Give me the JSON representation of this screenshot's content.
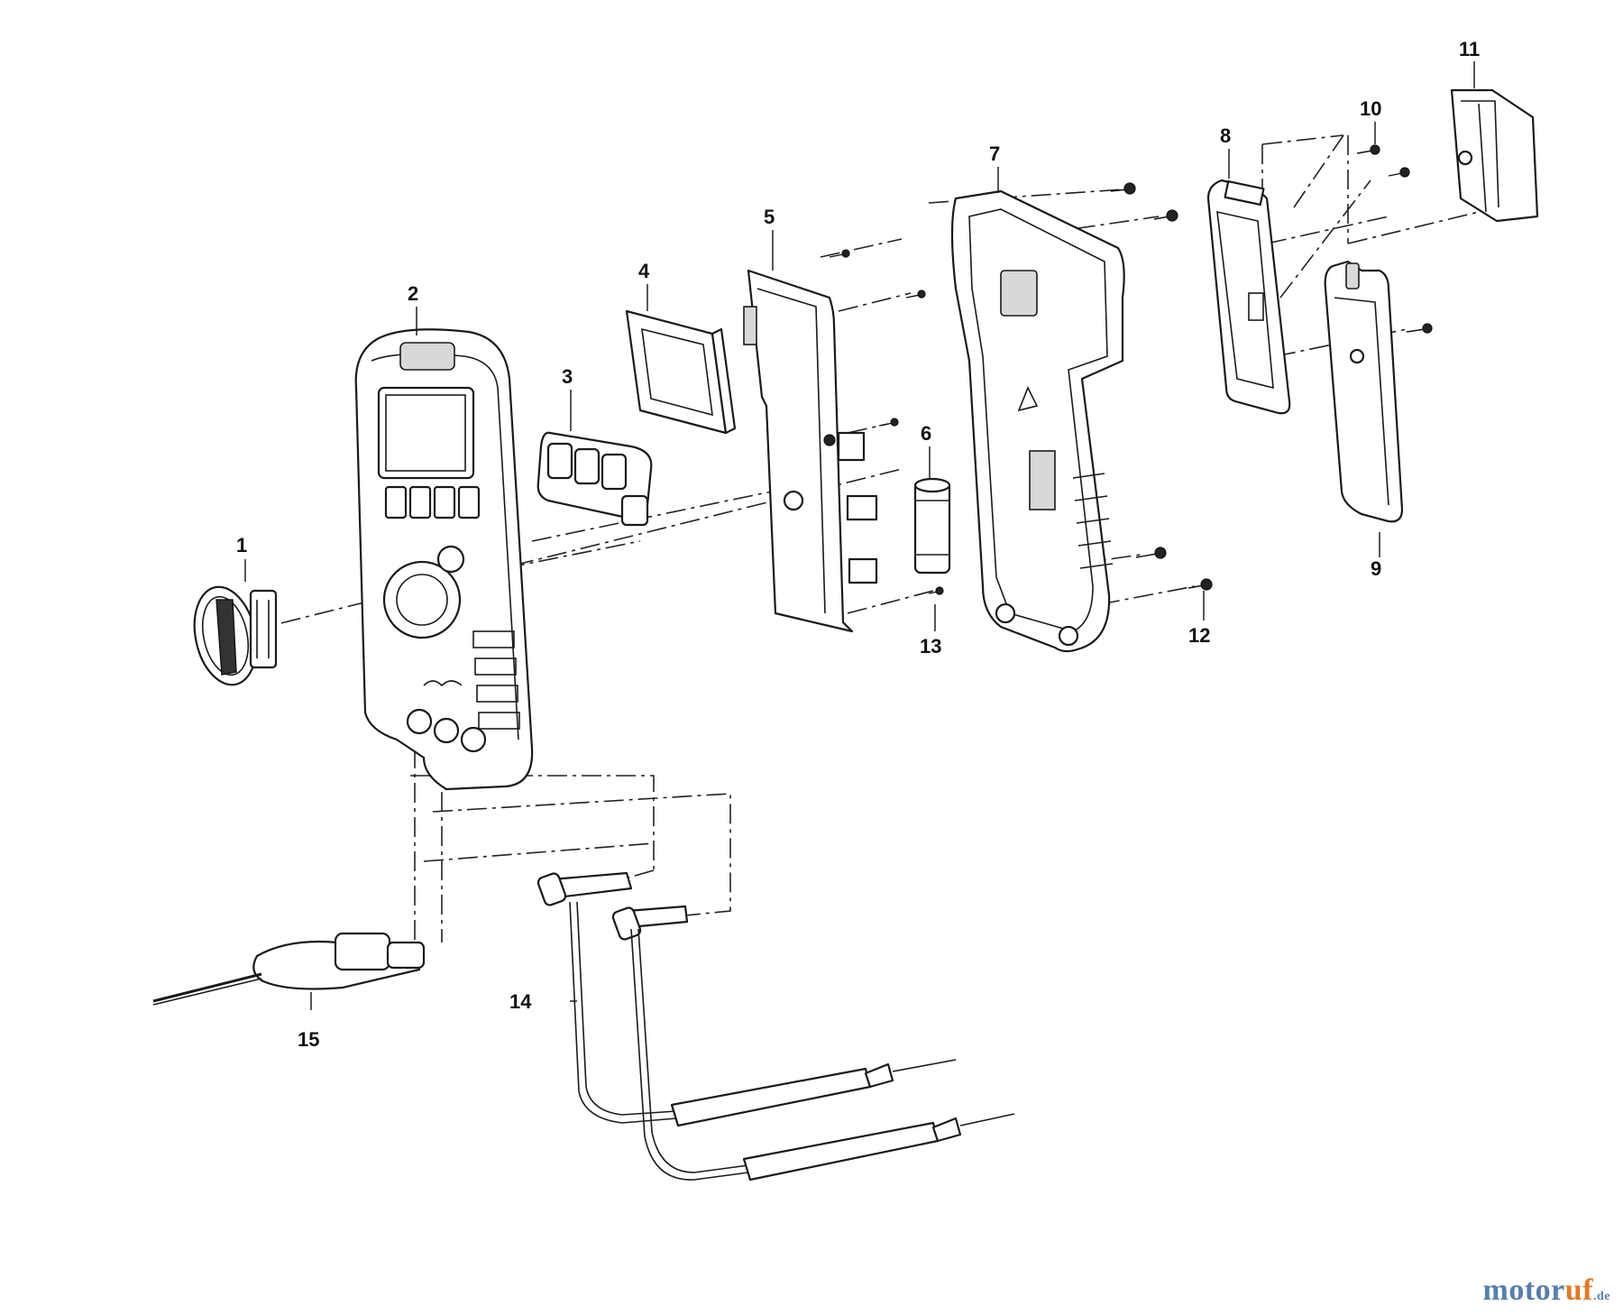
{
  "callouts": {
    "c1": "1",
    "c2": "2",
    "c3": "3",
    "c4": "4",
    "c5": "5",
    "c6": "6",
    "c7": "7",
    "c8": "8",
    "c9": "9",
    "c10": "10",
    "c11": "11",
    "c12": "12",
    "c13": "13",
    "c14": "14",
    "c15": "15"
  },
  "watermark": {
    "main": "motor",
    "accent": "uf",
    "tld": ".de"
  },
  "colors": {
    "line": "#1a1a1a",
    "watermark_blue": "#5a7fa8",
    "watermark_orange": "#e07a2a"
  }
}
